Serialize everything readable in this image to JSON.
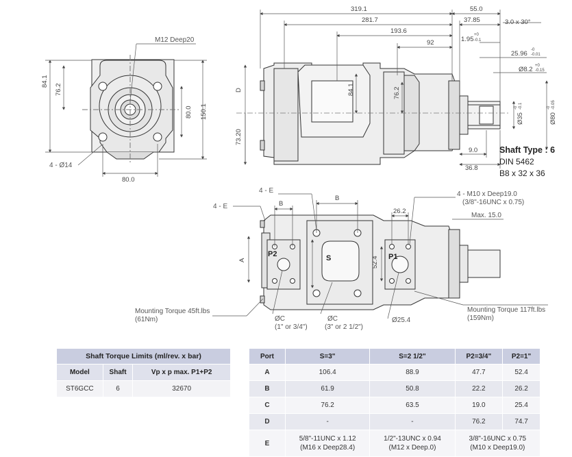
{
  "labels": {
    "front_thread": "M12  Deep20",
    "front_holes": "4 - Ø14",
    "top_mount_holes": "4 - E",
    "left_mount_holes": "4 - E",
    "dim_b_left": "B",
    "dim_b_mid": "B",
    "dim_a": "A",
    "dim_d": "D",
    "side_holes": "4 - M10 x Deep19.0",
    "side_holes_unc": "(3/8\"-16UNC x 0.75)",
    "max_depth": "Max. 15.0",
    "torque_left": "Mounting Torque 45ft.lbs",
    "torque_left_nm": "(61Nm)",
    "torque_right": "Mounting Torque 117ft.lbs",
    "torque_right_nm": "(159Nm)",
    "oc_left": "ØC",
    "oc_left_sub": "(1\" or 3/4\")",
    "oc_mid": "ØC",
    "oc_mid_sub": "(3\" or 2 1/2\")",
    "bore_right": "Ø25.4",
    "port_p2": "P2",
    "port_s": "S",
    "port_p1": "P1"
  },
  "dims": {
    "d319": "319.1",
    "d281": "281.7",
    "d193": "193.6",
    "d92": "92",
    "d55": "55.0",
    "d37": "37.85",
    "chamfer": "3.0 x 30°",
    "d195": "1.95",
    "d195_tol_up": "+0",
    "d195_tol_dn": "-0.1",
    "d2596": "25.96",
    "d2596_tol_up": "-0",
    "d2596_tol_dn": "-0.01",
    "d82": "Ø8.2",
    "d82_tol_up": "+0",
    "d82_tol_dn": "-0.15",
    "d35": "Ø35",
    "d35_tol_up": "-0",
    "d35_tol_dn": "-0.1",
    "d80s": "Ø80",
    "d80s_tol_up": "-0",
    "d80s_tol_dn": "-0.05",
    "d84a": "84.1",
    "d84b": "84.1",
    "d762a": "76.2",
    "d762b": "76.2",
    "d800": "80.0",
    "d1501": "150.1",
    "d800b": "80.0",
    "d7320": "73.20",
    "d90": "9.0",
    "d368": "36.8",
    "d262": "26.2",
    "d524": "52.4"
  },
  "shaft": {
    "type": "Shaft Type : 6",
    "standard": "DIN 5462",
    "spec": "B8 x 32 x 36"
  },
  "torque_table": {
    "caption": "Shaft Torque Limits (ml/rev. x bar)",
    "headers": [
      "Model",
      "Shaft",
      "Vp x p max.  P1+P2"
    ],
    "row": [
      "ST6GCC",
      "6",
      "32670"
    ]
  },
  "port_table": {
    "headers": [
      "Port",
      "S=3\"",
      "S=2 1/2\"",
      "P2=3/4\"",
      "P2=1\""
    ],
    "rows": [
      [
        "A",
        "106.4",
        "88.9",
        "47.7",
        "52.4"
      ],
      [
        "B",
        "61.9",
        "50.8",
        "22.2",
        "26.2"
      ],
      [
        "C",
        "76.2",
        "63.5",
        "19.0",
        "25.4"
      ],
      [
        "D",
        "-",
        "-",
        "76.2",
        "74.7"
      ]
    ],
    "row_e": {
      "label": "E",
      "s3_line1": "5/8\"-11UNC x 1.12",
      "s3_line2": "(M16 x Deep28.4)",
      "s25_line1": "1/2\"-13UNC x 0.94",
      "s25_line2": "(M12 x Deep.0)",
      "p2_line1": "3/8\"-16UNC x 0.75",
      "p2_line2": "(M10 x Deep19.0)"
    }
  },
  "colors": {
    "body_fill": "#efefef",
    "line": "#333333",
    "table_header": "#c9cde0"
  }
}
